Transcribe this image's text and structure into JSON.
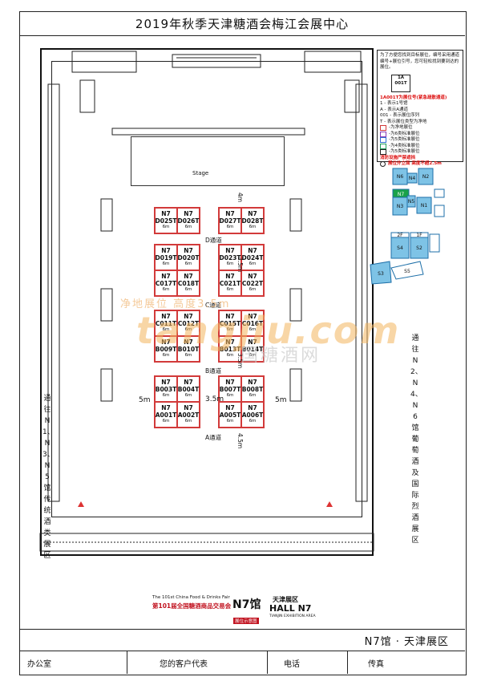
{
  "page_title": "2019年秋季天津糖酒会梅江会展中心",
  "stage_label": "Stage",
  "booths": [
    {
      "block": "D-left",
      "cells": [
        {
          "hall": "N7",
          "id": "D025T",
          "size": "6m"
        },
        {
          "hall": "N7",
          "id": "D026T",
          "size": "6m"
        }
      ]
    },
    {
      "block": "D-right",
      "cells": [
        {
          "hall": "N7",
          "id": "D027T",
          "size": "6m"
        },
        {
          "hall": "N7",
          "id": "D028T",
          "size": "6m"
        }
      ]
    },
    {
      "block": "D2-left",
      "cells": [
        {
          "hall": "N7",
          "id": "D019T",
          "size": "6m"
        },
        {
          "hall": "N7",
          "id": "D020T",
          "size": "6m"
        },
        {
          "hall": "N7",
          "id": "C017T",
          "size": "6m"
        },
        {
          "hall": "N7",
          "id": "C018T",
          "size": "6m"
        }
      ]
    },
    {
      "block": "D2-right",
      "cells": [
        {
          "hall": "N7",
          "id": "D023T",
          "size": "6m"
        },
        {
          "hall": "N7",
          "id": "D024T",
          "size": "6m"
        },
        {
          "hall": "N7",
          "id": "C021T",
          "size": "6m"
        },
        {
          "hall": "N7",
          "id": "C022T",
          "size": "6m"
        }
      ]
    },
    {
      "block": "C-left",
      "cells": [
        {
          "hall": "N7",
          "id": "C011T",
          "size": "6m"
        },
        {
          "hall": "N7",
          "id": "C012T",
          "size": "6m"
        },
        {
          "hall": "N7",
          "id": "B009T",
          "size": "6m"
        },
        {
          "hall": "N7",
          "id": "B010T",
          "size": "6m"
        }
      ]
    },
    {
      "block": "C-right",
      "cells": [
        {
          "hall": "N7",
          "id": "C015T",
          "size": "6m"
        },
        {
          "hall": "N7",
          "id": "C016T",
          "size": "6m"
        },
        {
          "hall": "N7",
          "id": "B013T",
          "size": "6m"
        },
        {
          "hall": "N7",
          "id": "B014T",
          "size": "6m"
        }
      ]
    },
    {
      "block": "B-left",
      "cells": [
        {
          "hall": "N7",
          "id": "B003T",
          "size": "6m"
        },
        {
          "hall": "N7",
          "id": "B004T",
          "size": "6m"
        },
        {
          "hall": "N7",
          "id": "A001T",
          "size": "6m"
        },
        {
          "hall": "N7",
          "id": "A002T",
          "size": "6m"
        }
      ]
    },
    {
      "block": "B-right",
      "cells": [
        {
          "hall": "N7",
          "id": "B007T",
          "size": "6m"
        },
        {
          "hall": "N7",
          "id": "B008T",
          "size": "6m"
        },
        {
          "hall": "N7",
          "id": "A005T",
          "size": "6m"
        },
        {
          "hall": "N7",
          "id": "A006T",
          "size": "6m"
        }
      ]
    }
  ],
  "aisles": {
    "d": "D通道",
    "c": "C通道",
    "b": "B通道",
    "a": "A通道"
  },
  "dims": {
    "m4": "4m",
    "m35a": "3.5m",
    "m35b": "3.5m",
    "m35c": "3.5m",
    "m45": "4.5m",
    "m5l": "5m",
    "m5r": "5m"
  },
  "left_side_label": "通往N1、N3、N5馆传统酒类展区",
  "right_side_label": "通往N2、N4、N6馆葡萄酒及国际烈酒展区",
  "legend": {
    "intro": "为了方便您找到目标展位，编号采用通道编号+展位引号，您可轻松找到要到达的展位。",
    "badge_top": "1A",
    "badge_bottom": "001T",
    "badge_note": "1A001T为展位号(紧急疏散通道)",
    "notes": [
      "1 - 表示1号馆",
      "A - 表示A通道",
      "001 - 表示展位序列",
      "T - 表示展位类型为净地"
    ],
    "types": [
      "-为净地展位",
      "-为6类标准展位",
      "-为5类标准展位",
      "-为4类标准展位",
      "-为5类标准展位"
    ],
    "fire": "消防设施严禁遮挡",
    "wall": "展位外立面 高度不超2.5m"
  },
  "mini_map_1": [
    "N6",
    "N4",
    "N2",
    "N7",
    "N3",
    "N5",
    "N1"
  ],
  "mini_map_2": [
    "2F",
    "1F",
    "S4",
    "S2",
    "S3",
    "S5"
  ],
  "watermark_1": "净地展位 高度3.5m",
  "watermark_2": "tangjiu.com",
  "watermark_3": "国糖酒网",
  "banner": {
    "line1": "The 101st China Food & Drinks Fair",
    "line2": "第101届全国糖酒商品交易会",
    "hall_cn": "N7馆",
    "zone_cn": "天津展区",
    "hall_en": "HALL N7",
    "zone_en": "TIANJIN EXHIBITION AREA",
    "tag": "展位示意图"
  },
  "footer": {
    "hall_line": "N7馆 · 天津展区",
    "office": "办公室",
    "rep": "您的客户代表",
    "phone": "电话",
    "fax": "传真"
  },
  "colors": {
    "booth_border": "#d23a3a",
    "watermark": "#f4b55f"
  }
}
